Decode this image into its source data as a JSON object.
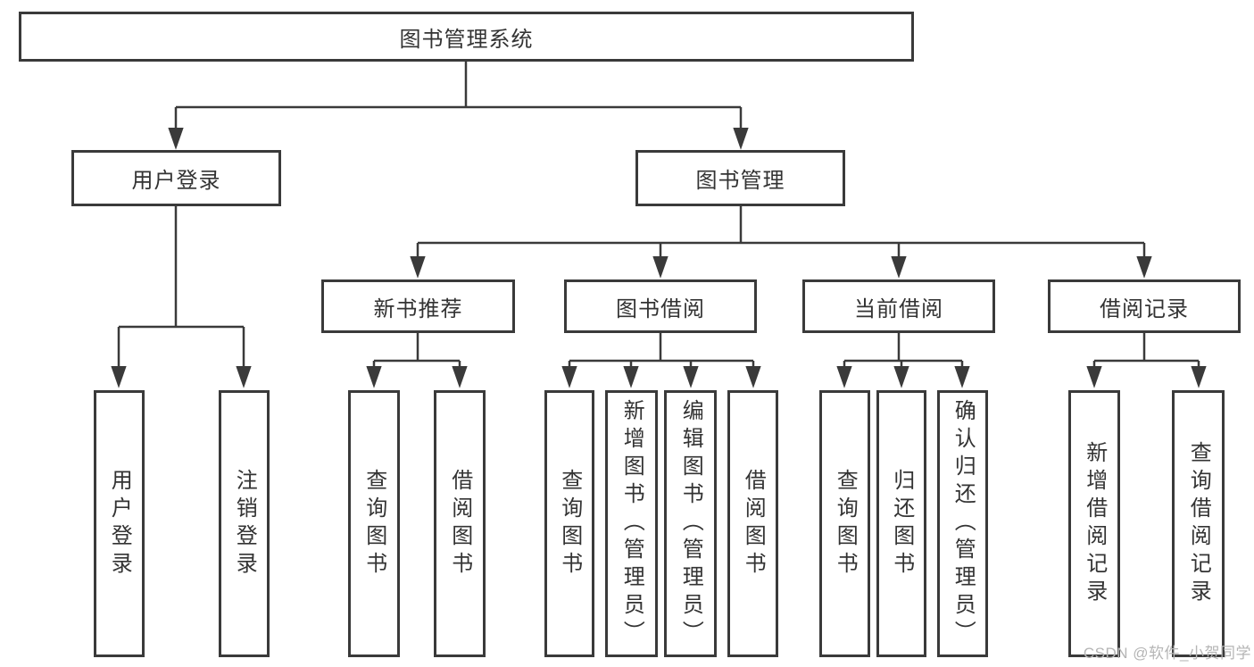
{
  "tree": {
    "label": "图书管理系统",
    "children": [
      {
        "label": "用户登录",
        "children": [
          {
            "label": "用户登录"
          },
          {
            "label": "注销登录"
          }
        ]
      },
      {
        "label": "图书管理",
        "children": [
          {
            "label": "新书推荐",
            "children": [
              {
                "label": "查询图书"
              },
              {
                "label": "借阅图书"
              }
            ]
          },
          {
            "label": "图书借阅",
            "children": [
              {
                "label": "查询图书"
              },
              {
                "label": "新增图书（管理员）"
              },
              {
                "label": "编辑图书（管理员）"
              },
              {
                "label": "借阅图书"
              }
            ]
          },
          {
            "label": "当前借阅",
            "children": [
              {
                "label": "查询图书"
              },
              {
                "label": "归还图书"
              },
              {
                "label": "确认归还（管理员）"
              }
            ]
          },
          {
            "label": "借阅记录",
            "children": [
              {
                "label": "新增借阅记录"
              },
              {
                "label": "查询借阅记录"
              }
            ]
          }
        ]
      }
    ]
  },
  "watermark": {
    "text": "CSDN @软件_小贺同学"
  },
  "colors": {
    "line": "#3a3a3a",
    "box_border": "#3a3a3a",
    "text": "#333333",
    "watermark": "#b5b5b5",
    "background": "#ffffff"
  }
}
